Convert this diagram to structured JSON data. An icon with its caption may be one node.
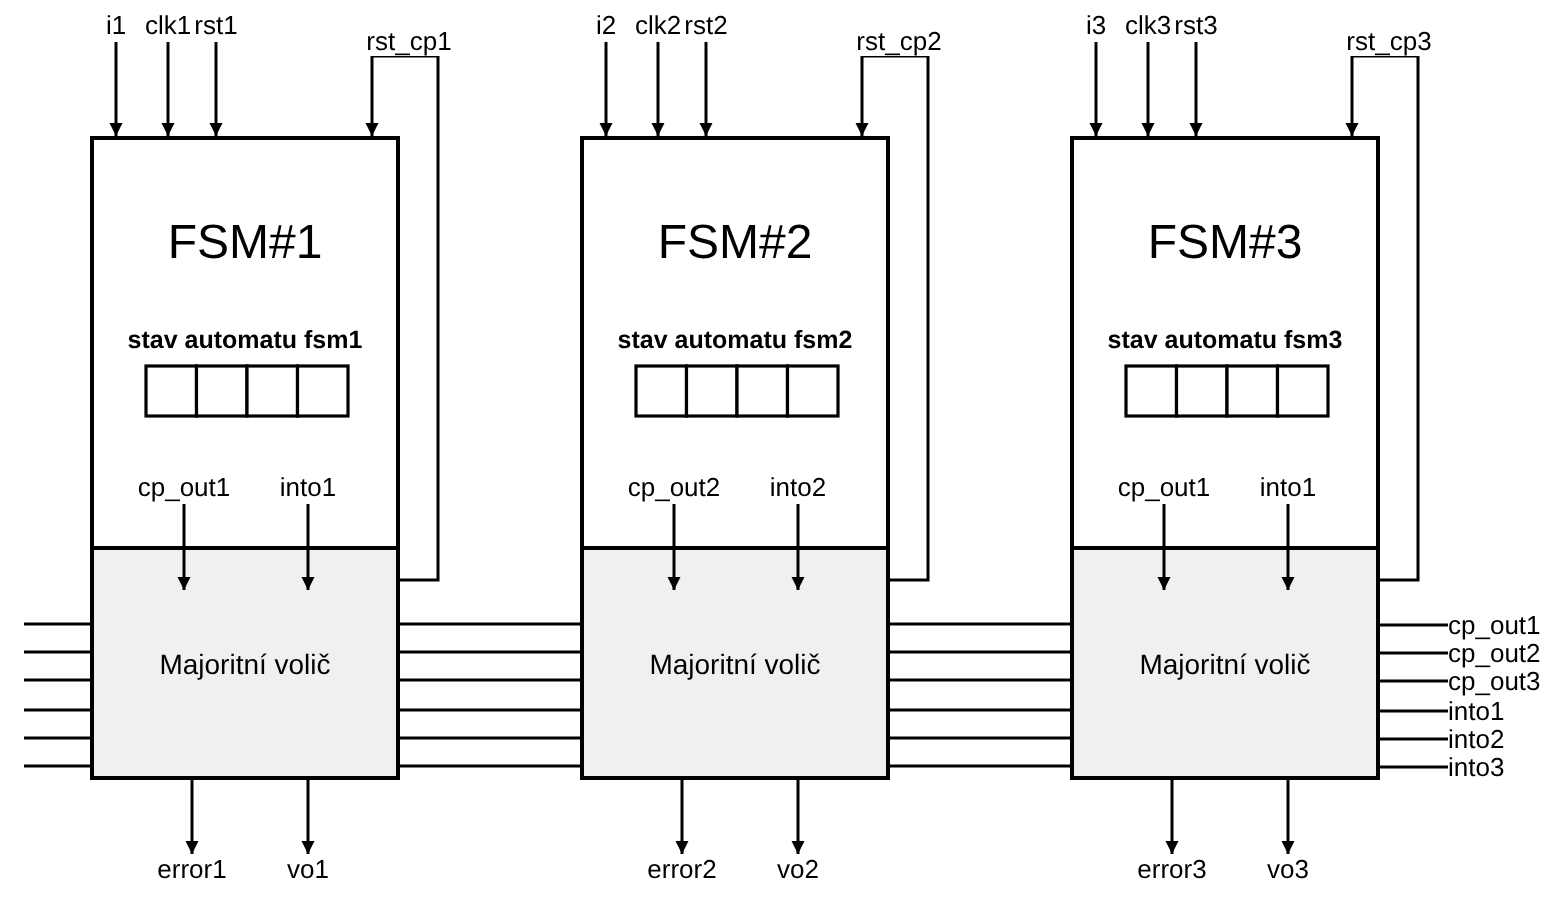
{
  "diagram": {
    "nodes": [
      {
        "text": [
          "i1"
        ]
      },
      {
        "text": [
          "clk1"
        ]
      },
      {
        "text": [
          "rst1"
        ]
      },
      {
        "text": [
          "FSM#1",
          "stav automatu fsm1"
        ]
      },
      {
        "text": [],
        "shape": "box",
        "in": 3
      },
      {
        "text": [
          "cp_out1"
        ],
        "in": 3
      },
      {
        "text": [
          "into1"
        ],
        "in": 3
      },
      {
        "text": [
          "Majoritní volič"
        ]
      },
      {
        "text": [
          "error1"
        ]
      },
      {
        "text": [
          "vo1"
        ]
      },
      {
        "text": [
          "i2"
        ]
      },
      {
        "text": [
          "clk2"
        ]
      },
      {
        "text": [
          "rst2"
        ]
      },
      {
        "text": [
          "FSM#2",
          "stav automatu fsm2"
        ]
      },
      {
        "text": [],
        "shape": "box",
        "in": 13
      },
      {
        "text": [
          "cp_out2"
        ],
        "in": 13
      },
      {
        "text": [
          "into2"
        ],
        "in": 13
      },
      {
        "text": [
          "Majoritní volič"
        ]
      },
      {
        "text": [
          "error2"
        ]
      },
      {
        "text": [
          "vo2"
        ]
      },
      {
        "text": [
          "i3"
        ]
      },
      {
        "text": [
          "clk3"
        ]
      },
      {
        "text": [
          "rst3"
        ]
      },
      {
        "text": [
          "FSM#3",
          "stav automatu fsm3"
        ]
      },
      {
        "text": [],
        "shape": "box",
        "in": 23
      },
      {
        "text": [
          "cp_out1"
        ],
        "in": 23
      },
      {
        "text": [
          "into1"
        ],
        "in": 23
      },
      {
        "text": [
          "Majoritní volič"
        ]
      },
      {
        "text": [
          "error3"
        ]
      },
      {
        "text": [
          "vo3"
        ]
      },
      {
        "text": [
          "cp_out1"
        ]
      },
      {
        "text": [
          "cp_out2"
        ]
      },
      {
        "text": [
          "cp_out3"
        ]
      },
      {
        "text": [
          "into1"
        ]
      },
      {
        "text": [
          "into2"
        ]
      },
      {
        "text": [
          "into3"
        ]
      }
    ],
    "edges": [
      {
        "from": 0,
        "to": 3,
        "arrow": "to"
      },
      {
        "from": 1,
        "to": 3,
        "arrow": "to"
      },
      {
        "from": 2,
        "to": 3,
        "arrow": "to"
      },
      {
        "from": 7,
        "to": 3,
        "arrow": "to",
        "label": "rst_cp1"
      },
      {
        "from": 5,
        "to": 7,
        "arrow": "to"
      },
      {
        "from": 6,
        "to": 7,
        "arrow": "to"
      },
      {
        "from": 7,
        "to": 8,
        "arrow": "to"
      },
      {
        "from": 7,
        "to": 9,
        "arrow": "to"
      },
      {
        "from": 10,
        "to": 13,
        "arrow": "to"
      },
      {
        "from": 11,
        "to": 13,
        "arrow": "to"
      },
      {
        "from": 12,
        "to": 13,
        "arrow": "to"
      },
      {
        "from": 17,
        "to": 13,
        "arrow": "to",
        "label": "rst_cp2"
      },
      {
        "from": 15,
        "to": 17,
        "arrow": "to"
      },
      {
        "from": 16,
        "to": 17,
        "arrow": "to"
      },
      {
        "from": 17,
        "to": 18,
        "arrow": "to"
      },
      {
        "from": 17,
        "to": 19,
        "arrow": "to"
      },
      {
        "from": 20,
        "to": 23,
        "arrow": "to"
      },
      {
        "from": 21,
        "to": 23,
        "arrow": "to"
      },
      {
        "from": 22,
        "to": 23,
        "arrow": "to"
      },
      {
        "from": 27,
        "to": 23,
        "arrow": "to",
        "label": "rst_cp3"
      },
      {
        "from": 25,
        "to": 27,
        "arrow": "to"
      },
      {
        "from": 26,
        "to": 27,
        "arrow": "to"
      },
      {
        "from": 27,
        "to": 28,
        "arrow": "to"
      },
      {
        "from": 27,
        "to": 29,
        "arrow": "to"
      },
      {
        "from": null,
        "to": 7,
        "arrow": "none"
      },
      {
        "from": null,
        "to": 7,
        "arrow": "none"
      },
      {
        "from": null,
        "to": 7,
        "arrow": "none"
      },
      {
        "from": null,
        "to": 7,
        "arrow": "none"
      },
      {
        "from": null,
        "to": 7,
        "arrow": "none"
      },
      {
        "from": null,
        "to": 7,
        "arrow": "none"
      },
      {
        "from": 7,
        "to": 17,
        "arrow": "none"
      },
      {
        "from": 7,
        "to": 17,
        "arrow": "none"
      },
      {
        "from": 7,
        "to": 17,
        "arrow": "none"
      },
      {
        "from": 7,
        "to": 17,
        "arrow": "none"
      },
      {
        "from": 7,
        "to": 17,
        "arrow": "none"
      },
      {
        "from": 7,
        "to": 17,
        "arrow": "none"
      },
      {
        "from": 17,
        "to": 27,
        "arrow": "none"
      },
      {
        "from": 17,
        "to": 27,
        "arrow": "none"
      },
      {
        "from": 17,
        "to": 27,
        "arrow": "none"
      },
      {
        "from": 17,
        "to": 27,
        "arrow": "none"
      },
      {
        "from": 17,
        "to": 27,
        "arrow": "none"
      },
      {
        "from": 17,
        "to": 27,
        "arrow": "none"
      },
      {
        "from": 27,
        "to": 30,
        "arrow": "none"
      },
      {
        "from": 27,
        "to": 31,
        "arrow": "none"
      },
      {
        "from": 27,
        "to": 32,
        "arrow": "none"
      },
      {
        "from": 27,
        "to": 33,
        "arrow": "none"
      },
      {
        "from": 27,
        "to": 34,
        "arrow": "none"
      },
      {
        "from": 27,
        "to": 35,
        "arrow": "none"
      }
    ]
  }
}
